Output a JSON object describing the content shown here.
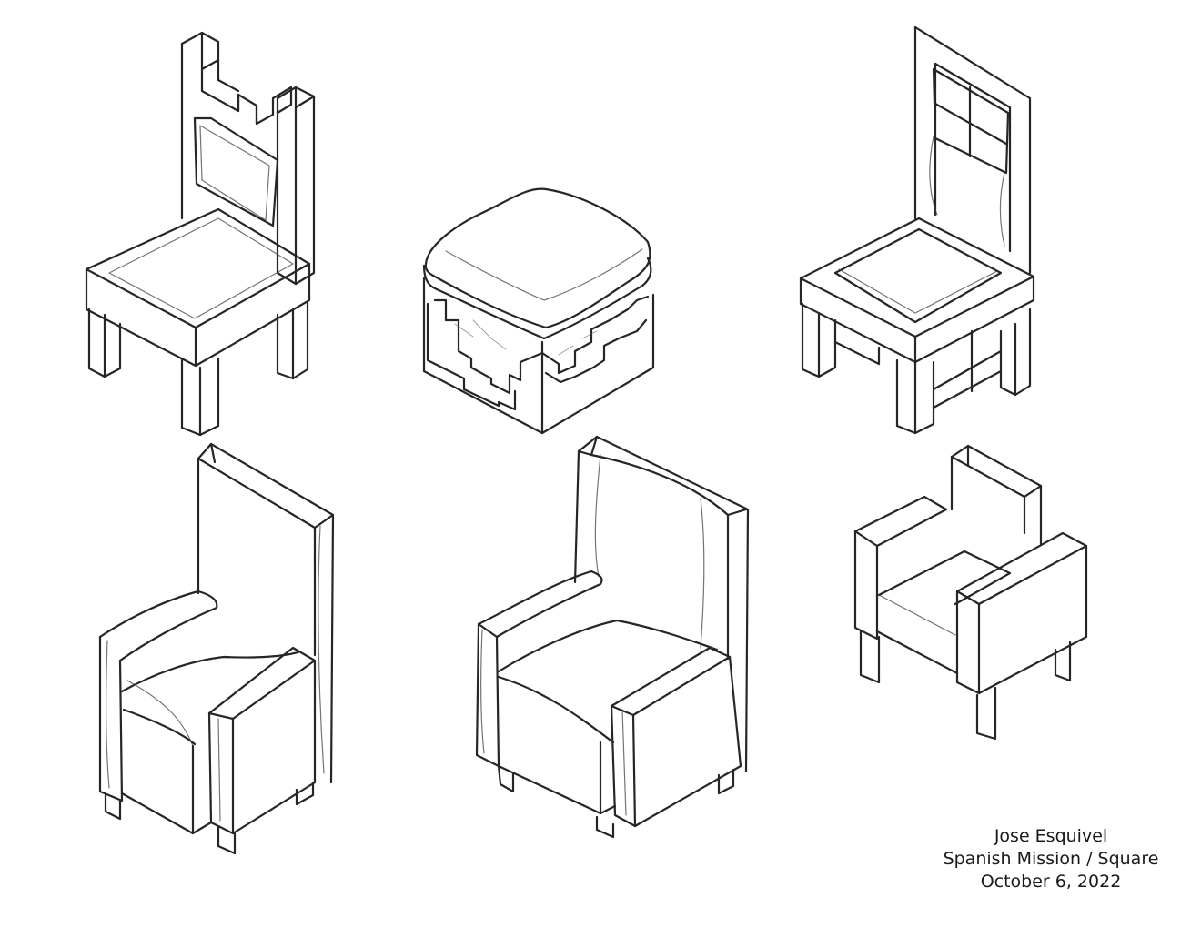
{
  "caption": {
    "author": "Jose Esquivel",
    "style": "Spanish Mission / Square",
    "date": "October 6, 2022"
  },
  "colors": {
    "background": "#ffffff",
    "ink": "#262626"
  }
}
